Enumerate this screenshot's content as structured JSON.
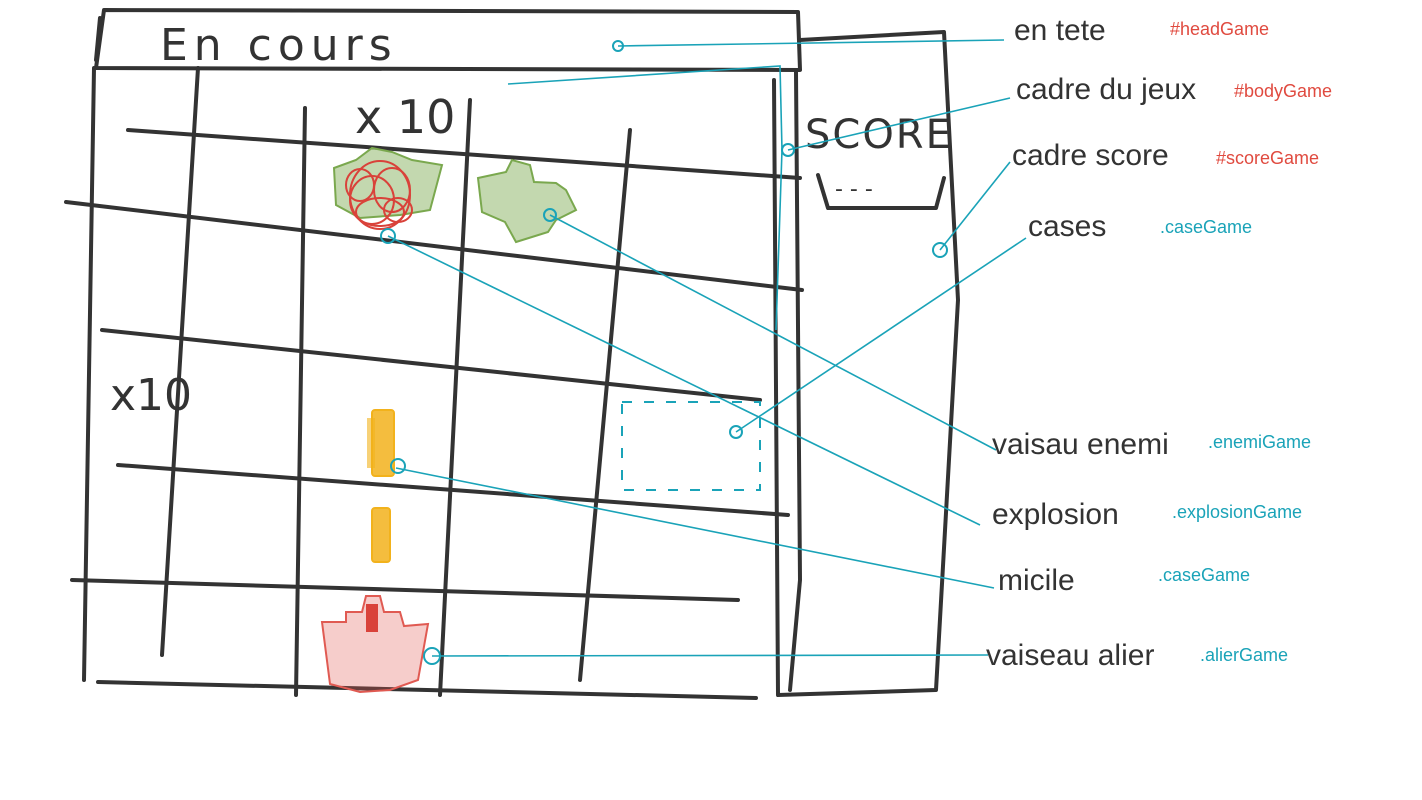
{
  "sketch": {
    "header_text": "En cours",
    "grid_columns_mark": "x 10",
    "grid_rows_mark": "x10",
    "score_title": "SCORE",
    "score_value": "- - -"
  },
  "annotations": [
    {
      "label": "en tete",
      "selector": "#headGame",
      "selector_kind": "id"
    },
    {
      "label": "cadre du jeux",
      "selector": "#bodyGame",
      "selector_kind": "id"
    },
    {
      "label": "cadre score",
      "selector": "#scoreGame",
      "selector_kind": "id"
    },
    {
      "label": "cases",
      "selector": ".caseGame",
      "selector_kind": "class"
    },
    {
      "label": "vaisau enemi",
      "selector": ".enemiGame",
      "selector_kind": "class"
    },
    {
      "label": "explosion",
      "selector": ".explosionGame",
      "selector_kind": "class"
    },
    {
      "label": "micile",
      "selector": ".caseGame",
      "selector_kind": "class"
    },
    {
      "label": "vaiseau alier",
      "selector": ".alierGame",
      "selector_kind": "class"
    }
  ],
  "colors": {
    "ink": "#333333",
    "connector": "#1aa3b8",
    "id_selector": "#e04a3f",
    "class_selector": "#1aa3b8",
    "enemy_ship": "#7aa84e",
    "explosion": "#d9423a",
    "missile": "#f2b21c",
    "ally_ship": "#e05a52"
  }
}
